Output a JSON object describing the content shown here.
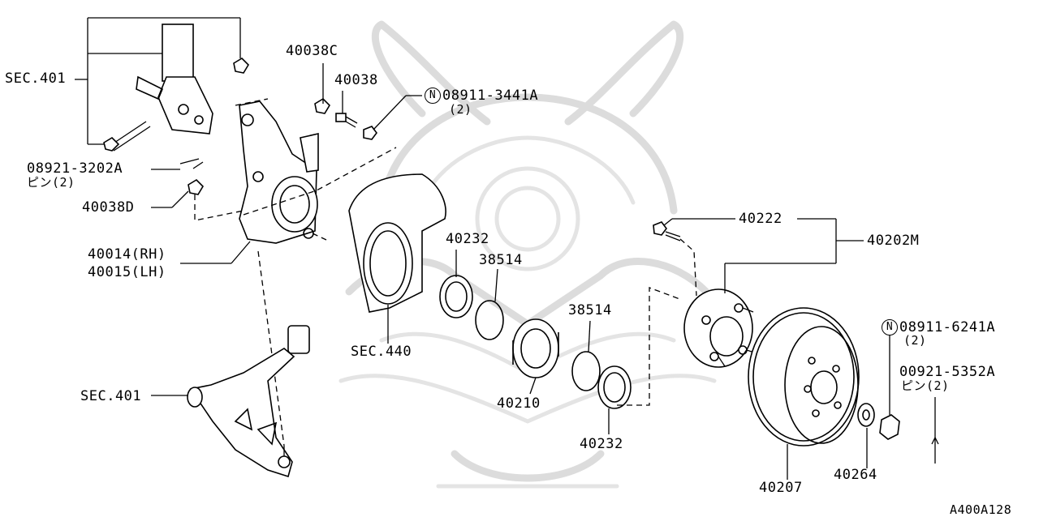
{
  "diagram": {
    "labels": {
      "sec401_top": "SEC.401",
      "p40038C": "40038C",
      "p40038": "40038",
      "n08911_3441A": "08911-3441A",
      "n08911_3441A_qty": "(2)",
      "p08921_3202A": "08921-3202A",
      "p08921_3202A_sub": "ピン(2)",
      "p40038D": "40038D",
      "p40014": "40014(RH)",
      "p40015": "40015(LH)",
      "p40232_a": "40232",
      "p38514_a": "38514",
      "sec440": "SEC.440",
      "p38514_b": "38514",
      "p40210": "40210",
      "p40232_b": "40232",
      "sec401_bottom": "SEC.401",
      "p40222": "40222",
      "p40202M": "40202M",
      "n08911_6241A": "08911-6241A",
      "n08911_6241A_qty": "(2)",
      "p00921_5352A": "00921-5352A",
      "p00921_5352A_sub": "ピン(2)",
      "p40207": "40207",
      "p40264": "40264",
      "ref_code": "A400A128"
    },
    "nut_symbol": "N"
  }
}
